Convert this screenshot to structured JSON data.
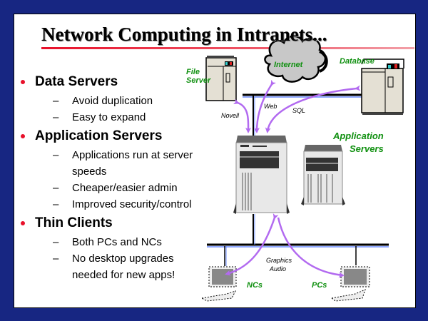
{
  "slide": {
    "title": "Network Computing in Intranets...",
    "colors": {
      "border": "#172682",
      "accent": "#e8102a",
      "label_green": "#109010",
      "arrow": "#b26af0"
    },
    "bullets": [
      {
        "label": "Data Servers",
        "subs": [
          "Avoid duplication",
          "Easy to expand"
        ]
      },
      {
        "label": "Application Servers",
        "subs": [
          "Applications run at server speeds",
          "Cheaper/easier admin",
          "Improved security/control"
        ]
      },
      {
        "label": "Thin Clients",
        "subs": [
          "Both PCs and NCs",
          "No desktop upgrades needed for new apps!"
        ]
      }
    ],
    "sub_lines": {
      "app_run_1": "Applications run at server",
      "app_run_2": "speeds",
      "no_desk_1": "No desktop upgrades",
      "no_desk_2": "needed for new apps!"
    },
    "dash": "–"
  },
  "diagram": {
    "labels": {
      "file_server_1": "File",
      "file_server_2": "Server",
      "internet": "Internet",
      "database": "Database",
      "app_servers_1": "Application",
      "app_servers_2": "Servers",
      "ncs": "NCs",
      "pcs": "PCs"
    },
    "protocols": {
      "novell": "Novell",
      "web": "Web",
      "sql": "SQL",
      "graphics": "Graphics",
      "audio": "Audio"
    }
  }
}
